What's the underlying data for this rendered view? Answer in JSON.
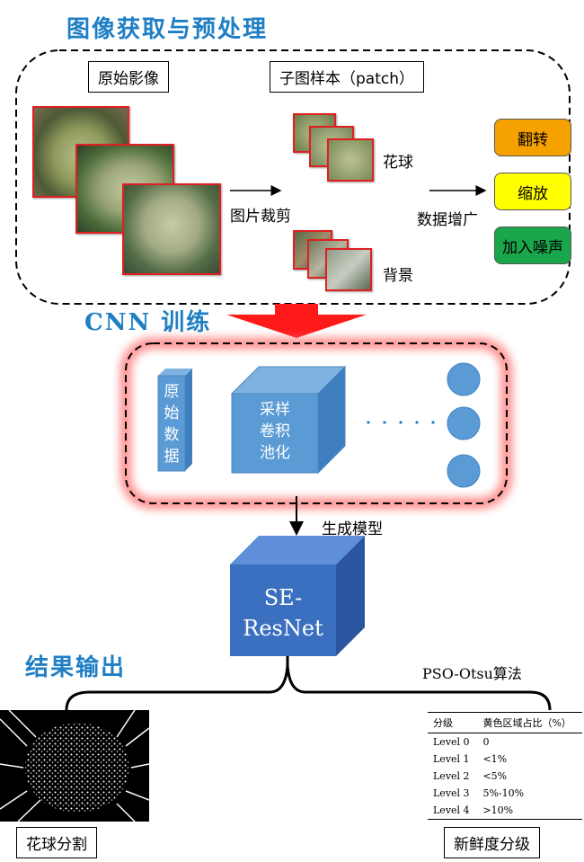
{
  "sections": {
    "acquisition_title": "图像获取与预处理",
    "training_title": "CNN 训练",
    "output_title": "结果输出"
  },
  "acquisition": {
    "original_label": "原始影像",
    "patch_label": "子图样本（patch）",
    "crop_label": "图片裁剪",
    "head_label": "花球",
    "background_label": "背景",
    "augment_label": "数据增广",
    "augment_ops": [
      "翻转",
      "缩放",
      "加入噪声"
    ],
    "augment_colors": [
      "#f5a100",
      "#ffff00",
      "#1aa64a"
    ]
  },
  "training": {
    "input_text": [
      "原",
      "始",
      "数",
      "据"
    ],
    "layers_text": [
      "采样",
      "卷积",
      "池化"
    ],
    "model_label": "生成模型",
    "model_text": [
      "SE-",
      "ResNet"
    ]
  },
  "output": {
    "algorithm_label": "PSO-Otsu算法",
    "segmentation_label": "花球分割",
    "grading_label": "新鲜度分级",
    "table_header": [
      "分级",
      "黄色区域占比（%）"
    ],
    "table_rows": [
      [
        "Level 0",
        "0"
      ],
      [
        "Level 1",
        "<1%"
      ],
      [
        "Level 2",
        "<5%"
      ],
      [
        "Level 3",
        "5%-10%"
      ],
      [
        "Level 4",
        ">10%"
      ]
    ]
  },
  "colors": {
    "accent_blue": "#1f7fc4",
    "arrow_red": "#ff1a1a",
    "block_blue": "#5b9bd5",
    "model_blue": "#3b6fc0",
    "photo_border": "#e02020"
  }
}
